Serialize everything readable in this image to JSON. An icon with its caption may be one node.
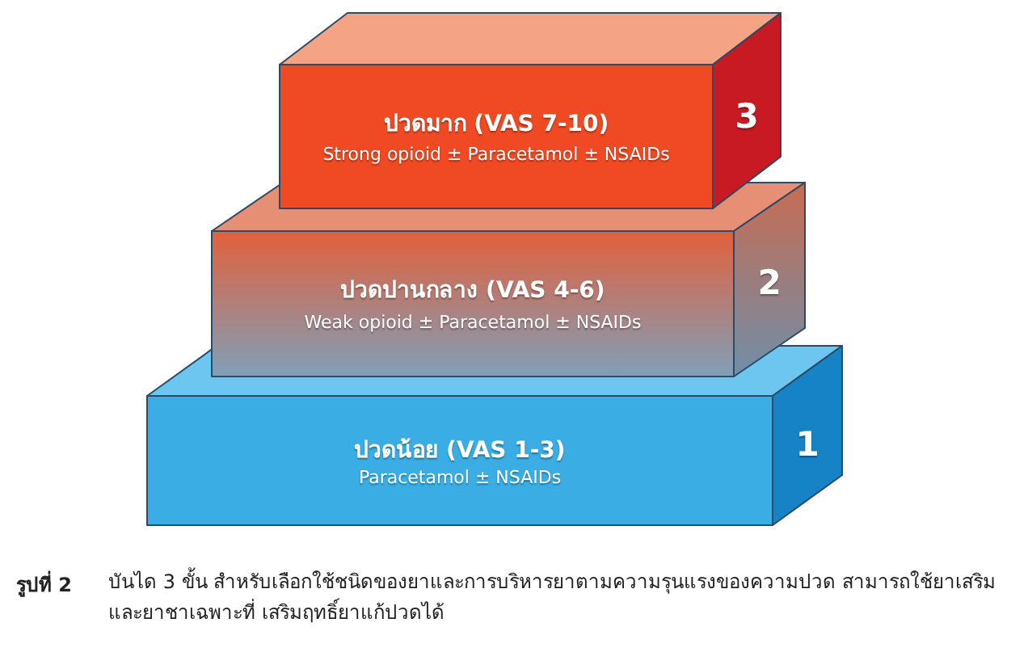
{
  "diagram": {
    "caption": "บันได 3 ขั้น สำหรับเลือกใช้ชนิดของยาและการบริหารยาตามความรุนแรงของความปวด สามารถใช้ยาเสริมและยาชาเฉพาะที่ เสริมฤทธิ์ยาแก้ปวดได้",
    "nodes": [
      {
        "text": [
          "ปวดมาก (VAS 7-10)",
          "Strong opioid ± Paracetamol ± NSAIDs"
        ],
        "beside": [
          "3"
        ]
      },
      {
        "text": [
          "ปวดปานกลาง (VAS 4-6)",
          "Weak opioid ± Paracetamol ± NSAIDs"
        ],
        "beside": [
          "2"
        ]
      },
      {
        "text": [
          "ปวดน้อย (VAS 1-3)",
          "Paracetamol ± NSAIDs"
        ],
        "beside": [
          "1"
        ]
      }
    ],
    "labels": [
      "รูปที่ 2"
    ]
  }
}
